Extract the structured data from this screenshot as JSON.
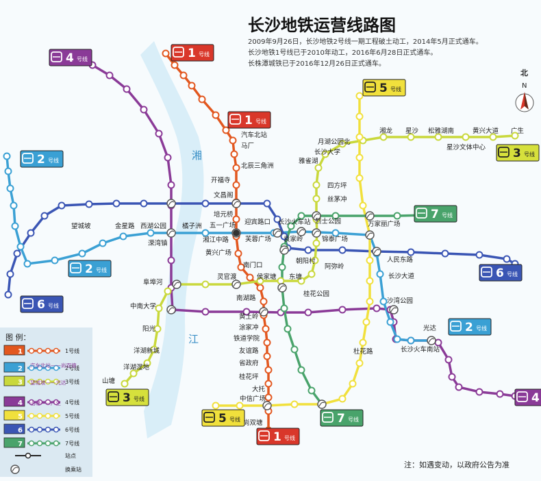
{
  "title": "长沙地铁运营线路图",
  "desc": [
    "2009年9月26日，长沙地铁2号线一期工程破土动工，2014年5月正式通车。",
    "长沙地铁1号线已于2010年动工，2016年6月28日正式通车。",
    "长株潭城铁已于2016年12月26日正式通车。"
  ],
  "compass": {
    "north_label": "北",
    "n_letter": "N"
  },
  "rivers": {
    "xiang": "湘",
    "jiang": "江"
  },
  "note": "注：如遇变动，以政府公告为准",
  "line_colors": {
    "1": "#e2571f",
    "2": "#3aa0d4",
    "3": "#c9d83b",
    "4": "#8a3a97",
    "5": "#f1e03c",
    "6": "#3a55b4",
    "7": "#49a36b"
  },
  "badges": [
    {
      "num": "1",
      "sub": "号线",
      "bg": "#d9372a",
      "fg": "#ffffff"
    },
    {
      "num": "1",
      "sub": "号线",
      "bg": "#d9372a",
      "fg": "#ffffff"
    },
    {
      "num": "1",
      "sub": "号线",
      "bg": "#d9372a",
      "fg": "#ffffff"
    },
    {
      "num": "2",
      "sub": "号线",
      "bg": "#3aa0d4",
      "fg": "#ffffff"
    },
    {
      "num": "2",
      "sub": "号线",
      "bg": "#3aa0d4",
      "fg": "#ffffff"
    },
    {
      "num": "2",
      "sub": "号线",
      "bg": "#3aa0d4",
      "fg": "#ffffff"
    },
    {
      "num": "3",
      "sub": "号线",
      "bg": "#d6e03c",
      "fg": "#222222"
    },
    {
      "num": "3",
      "sub": "号线",
      "bg": "#d6e03c",
      "fg": "#222222"
    },
    {
      "num": "4",
      "sub": "号线",
      "bg": "#8a3a97",
      "fg": "#ffffff"
    },
    {
      "num": "4",
      "sub": "号线",
      "bg": "#8a3a97",
      "fg": "#ffffff"
    },
    {
      "num": "5",
      "sub": "号线",
      "bg": "#f1e03c",
      "fg": "#222222"
    },
    {
      "num": "5",
      "sub": "号线",
      "bg": "#f1e03c",
      "fg": "#222222"
    },
    {
      "num": "6",
      "sub": "号线",
      "bg": "#3a55b4",
      "fg": "#ffffff"
    },
    {
      "num": "6",
      "sub": "号线",
      "bg": "#3a55b4",
      "fg": "#ffffff"
    },
    {
      "num": "7",
      "sub": "号线",
      "bg": "#49a36b",
      "fg": "#ffffff"
    },
    {
      "num": "7",
      "sub": "号线",
      "bg": "#49a36b",
      "fg": "#ffffff"
    }
  ],
  "stations": [
    "汽车北站",
    "马厂",
    "北辰三角洲",
    "开福寺",
    "文昌阁",
    "培元桥",
    "五一广场",
    "湘江中路",
    "黄兴广场",
    "南门口",
    "侯家塘",
    "南湖路",
    "黄土岭",
    "涂家冲",
    "铁道学院",
    "友谊路",
    "省政府",
    "桂花坪",
    "大托",
    "中信广场",
    "尚双塘",
    "望城坡",
    "金星路",
    "西湖公园",
    "溁湾镇",
    "橘子洲",
    "迎宾路口",
    "芙蓉广场",
    "长沙火车站",
    "袁家岭",
    "锦泰广场",
    "万家丽广场",
    "人民东路",
    "长沙大道",
    "沙湾公园",
    "杜花路",
    "长沙火车南站",
    "光达",
    "湘龙",
    "星沙",
    "松雅湖南",
    "黄兴大道",
    "广生",
    "星沙文体中心",
    "月湖公园北",
    "长沙大学",
    "雅雀湖",
    "四方坪",
    "丝茅冲",
    "烈士公园",
    "朝阳村",
    "阿弥岭",
    "东塘",
    "桂花公园",
    "灵官渡",
    "阜埠河",
    "中南大学",
    "阳光",
    "洋湖新城",
    "洋湖湿地",
    "山塘"
  ],
  "legend": {
    "title": "图 例：",
    "items": [
      {
        "line": "1",
        "label": "1号线",
        "color": "#e2571f"
      },
      {
        "line": "2",
        "label": "2号线",
        "color": "#3aa0d4"
      },
      {
        "line": "3",
        "label": "3号线",
        "color": "#c9d83b"
      },
      {
        "line": "4",
        "label": "4号线",
        "color": "#8a3a97"
      },
      {
        "line": "5",
        "label": "5号线",
        "color": "#f1e03c"
      },
      {
        "line": "6",
        "label": "6号线",
        "color": "#3a55b4"
      },
      {
        "line": "7",
        "label": "7号线",
        "color": "#49a36b"
      }
    ],
    "segments": [
      "汽车北站——尚双塘",
      "望城坡——光达",
      "山塘——广生"
    ],
    "station_label": "站点",
    "transfer_label": "换乘站"
  }
}
